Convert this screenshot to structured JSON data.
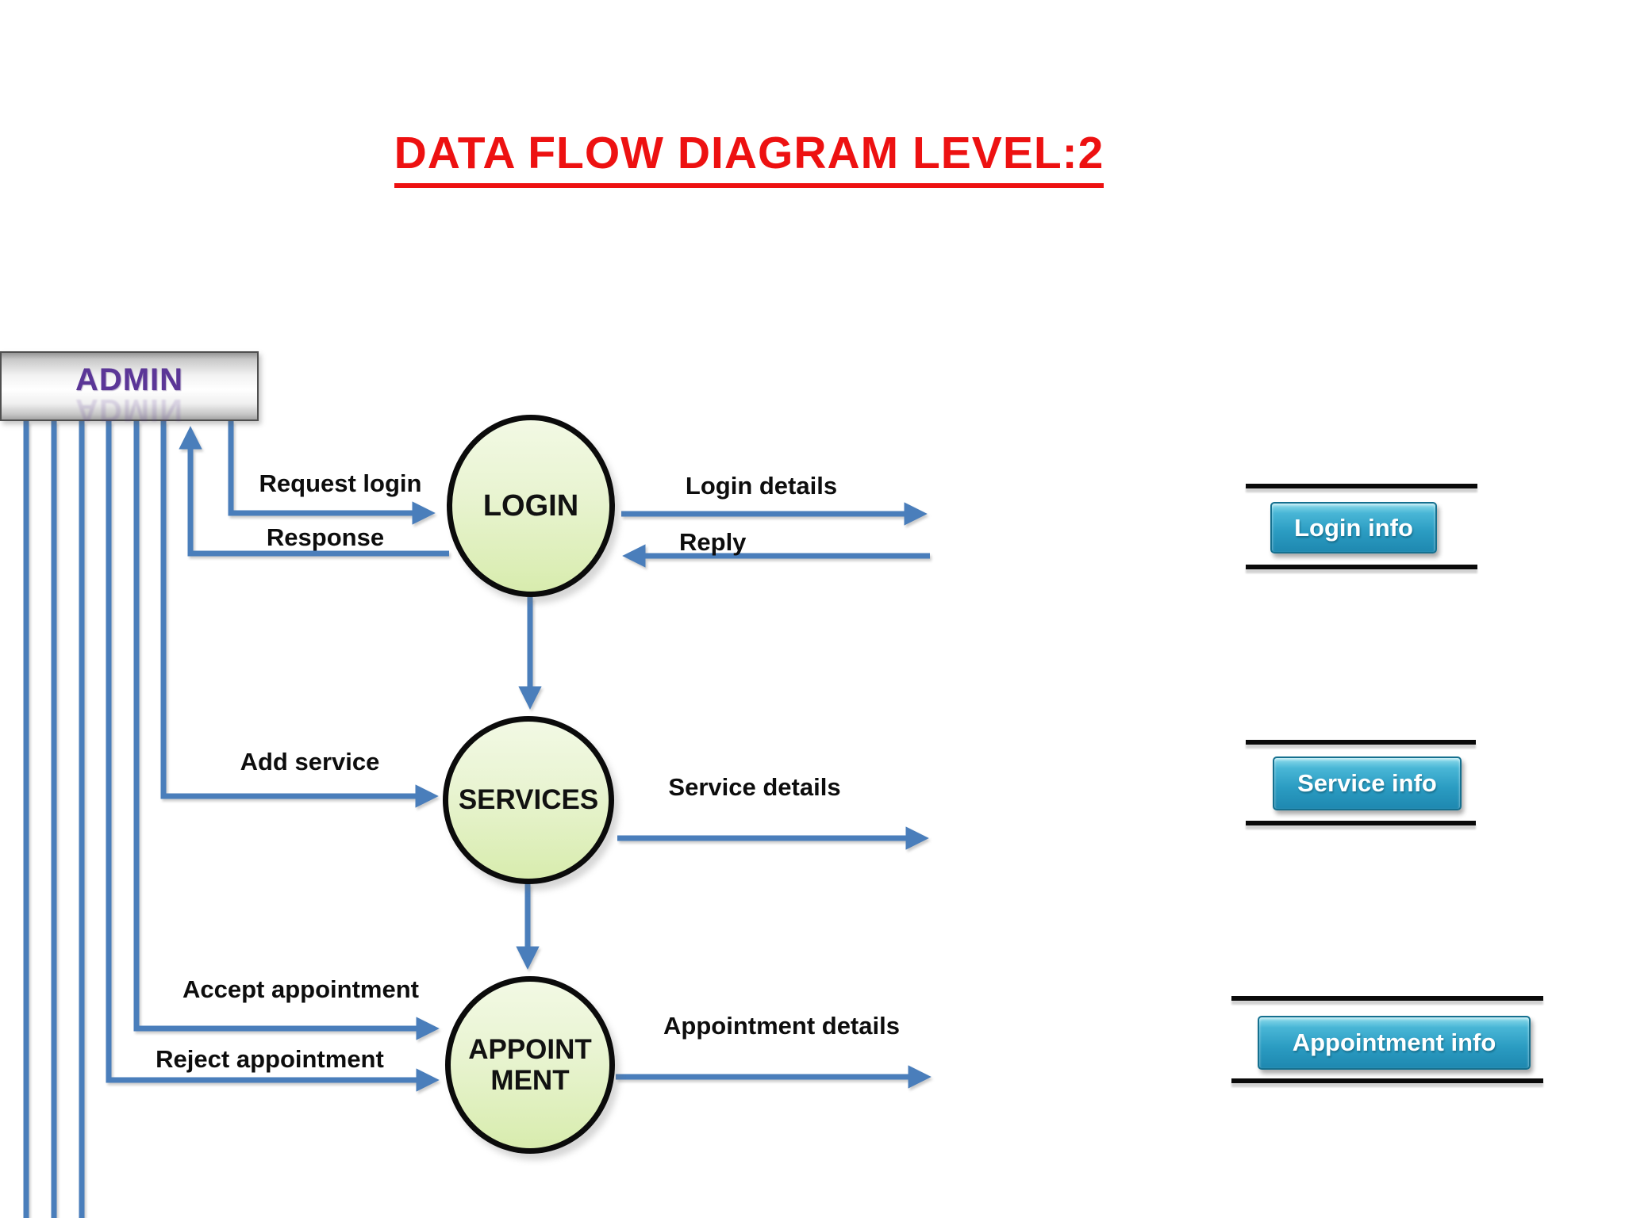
{
  "page": {
    "title": "DATA FLOW DIAGRAM LEVEL:2"
  },
  "admin": {
    "label": "ADMIN"
  },
  "processes": {
    "login": {
      "label": "LOGIN"
    },
    "services": {
      "label": "SERVICES"
    },
    "appointment": {
      "label": "APPOINT MENT"
    }
  },
  "flows": {
    "request_login": {
      "label": "Request login"
    },
    "response": {
      "label": "Response"
    },
    "login_details": {
      "label": "Login details"
    },
    "reply": {
      "label": "Reply"
    },
    "add_service": {
      "label": "Add service"
    },
    "service_details": {
      "label": "Service details"
    },
    "accept_appointment": {
      "label": "Accept appointment"
    },
    "reject_appointment": {
      "label": "Reject appointment"
    },
    "appointment_details": {
      "label": "Appointment details"
    }
  },
  "datastores": {
    "login_info": {
      "label": "Login info"
    },
    "service_info": {
      "label": "Service info"
    },
    "appointment_info": {
      "label": "Appointment info"
    }
  },
  "colors": {
    "title_red": "#ed1111",
    "flow_blue": "#4a7ebb",
    "admin_purple": "#5b3697",
    "process_green_top": "#f2f9e4",
    "process_green_bottom": "#d8ecae",
    "store_teal": "#2b9cc2"
  }
}
